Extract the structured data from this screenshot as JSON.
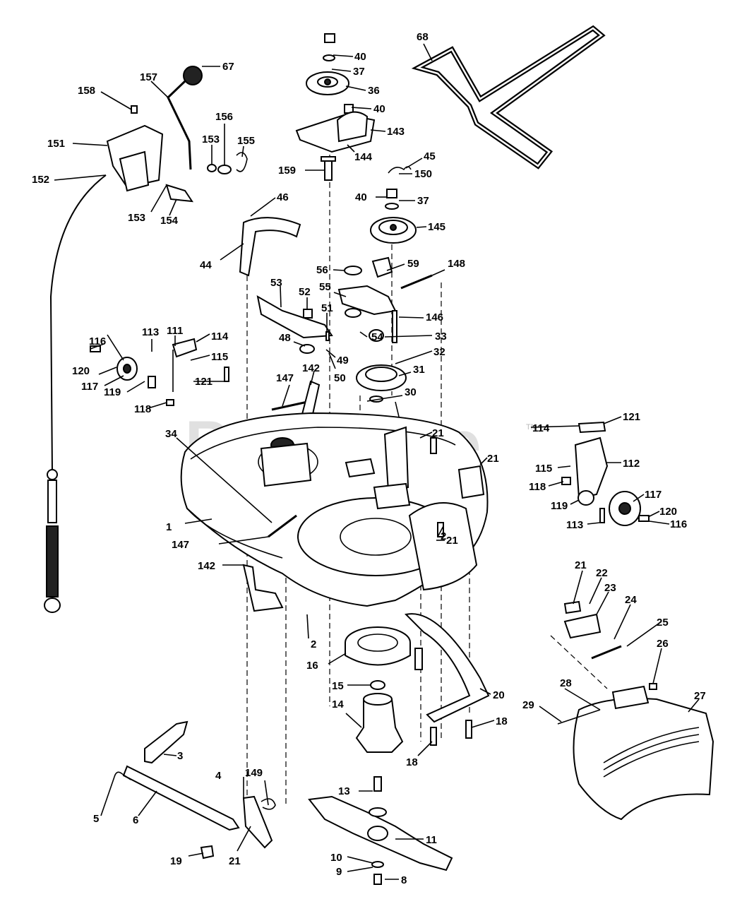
{
  "watermark": {
    "text": "PartsTree",
    "trademark": "TM"
  },
  "callouts": [
    "1",
    "2",
    "3",
    "4",
    "5",
    "6",
    "8",
    "9",
    "10",
    "11",
    "13",
    "14",
    "15",
    "16",
    "18",
    "19",
    "20",
    "21",
    "22",
    "23",
    "24",
    "25",
    "26",
    "27",
    "28",
    "29",
    "30",
    "31",
    "32",
    "33",
    "34",
    "36",
    "37",
    "40",
    "44",
    "45",
    "46",
    "48",
    "49",
    "50",
    "51",
    "52",
    "53",
    "54",
    "55",
    "56",
    "59",
    "67",
    "68",
    "111",
    "112",
    "113",
    "114",
    "115",
    "116",
    "117",
    "118",
    "119",
    "120",
    "121",
    "142",
    "143",
    "144",
    "145",
    "146",
    "147",
    "148",
    "149",
    "150",
    "151",
    "152",
    "153",
    "154",
    "155",
    "156",
    "157",
    "158",
    "159"
  ]
}
